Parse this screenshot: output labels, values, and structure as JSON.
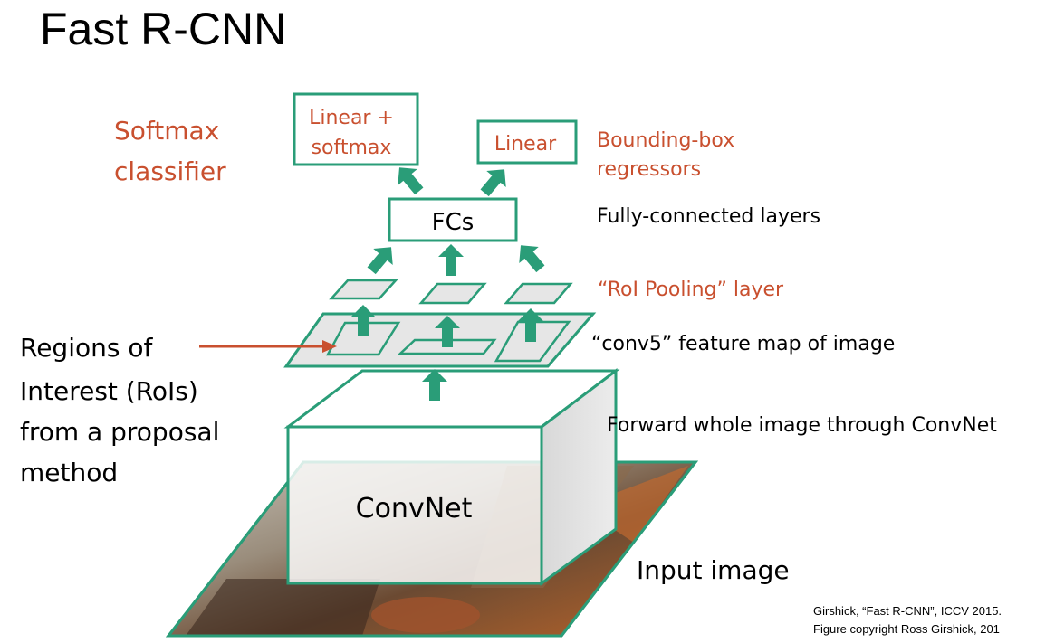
{
  "title": "Fast R-CNN",
  "boxes": {
    "linear_softmax": [
      "Linear +",
      "softmax"
    ],
    "linear": "Linear",
    "fcs": "FCs",
    "convnet": "ConvNet"
  },
  "labels": {
    "softmax_classifier": [
      "Softmax",
      "classifier"
    ],
    "bbox_regressors": [
      "Bounding-box",
      "regressors"
    ],
    "fully_connected": "Fully-connected layers",
    "roi_pooling": "“RoI Pooling” layer",
    "conv5": "“conv5” feature map of image",
    "forward": "Forward whole image through ConvNet",
    "input_image": "Input image",
    "regions": [
      "Regions of",
      "Interest (RoIs)",
      "from a proposal",
      "method"
    ]
  },
  "credits": {
    "line1": "Girshick, “Fast R-CNN”, ICCV 2015.",
    "line2": "Figure copyright Ross Girshick, 201"
  },
  "colors": {
    "teal": "#2A9D78",
    "orange": "#C9502F",
    "gray_fill": "#E6E6E6"
  }
}
